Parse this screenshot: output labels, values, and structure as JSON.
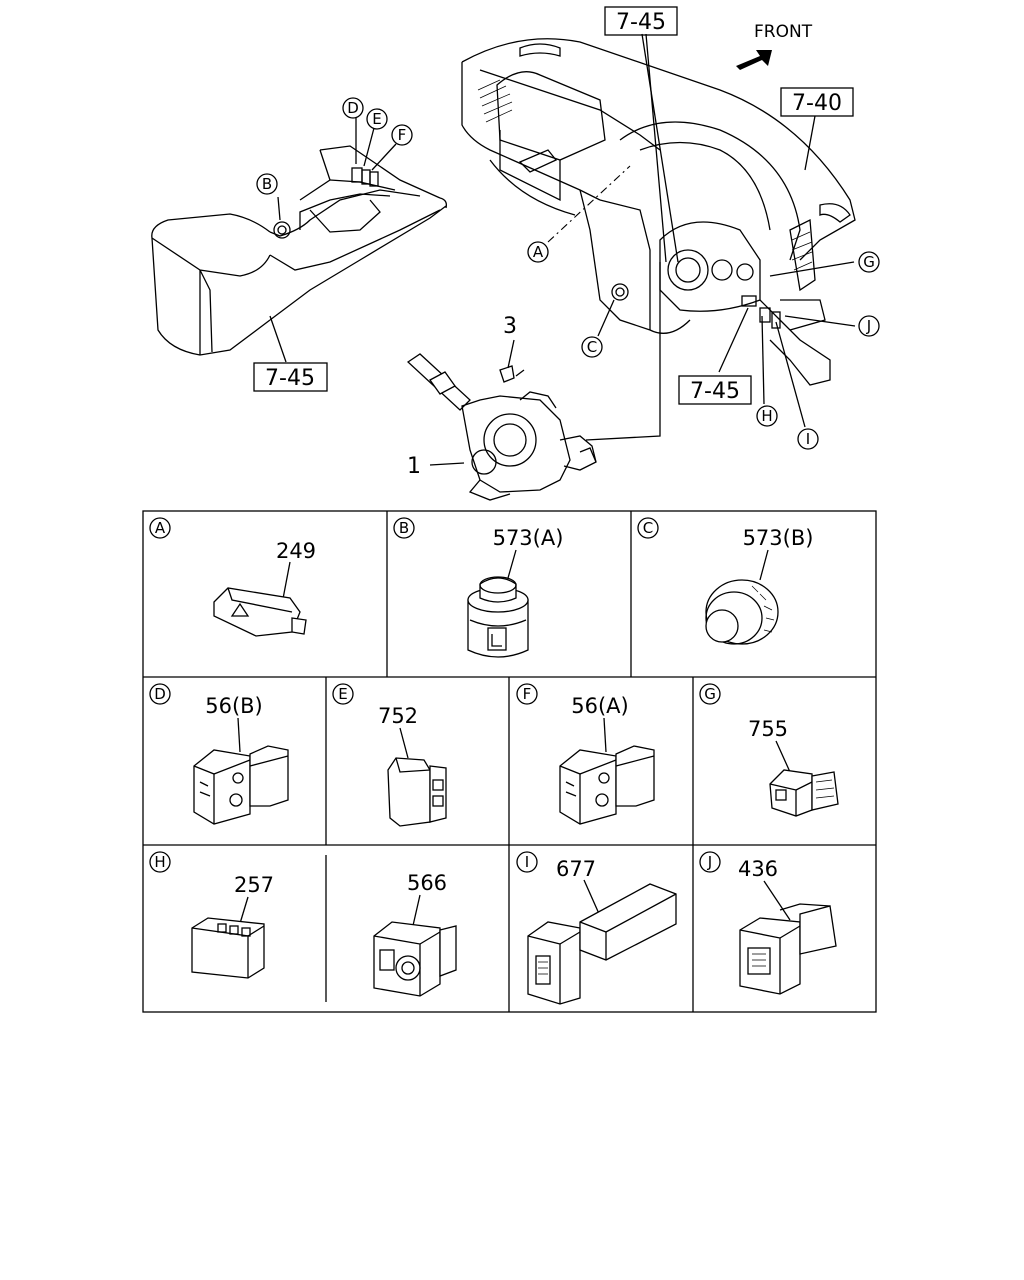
{
  "orientation_label": "FRONT",
  "references": [
    "7-45",
    "7-40",
    "7-45",
    "7-45"
  ],
  "assembly_callouts": [
    "1",
    "3"
  ],
  "locator_letters": [
    "A",
    "B",
    "C",
    "D",
    "E",
    "F",
    "G",
    "H",
    "I",
    "J"
  ],
  "grid": {
    "cells": [
      {
        "letter": "A",
        "part": "249"
      },
      {
        "letter": "B",
        "part": "573(A)"
      },
      {
        "letter": "C",
        "part": "573(B)"
      },
      {
        "letter": "D",
        "part": "56(B)"
      },
      {
        "letter": "E",
        "part": "752"
      },
      {
        "letter": "F",
        "part": "56(A)"
      },
      {
        "letter": "G",
        "part": "755"
      },
      {
        "letter": "H",
        "part": "257"
      },
      {
        "letter": "",
        "part": "566"
      },
      {
        "letter": "I",
        "part": "677"
      },
      {
        "letter": "J",
        "part": "436"
      }
    ]
  }
}
